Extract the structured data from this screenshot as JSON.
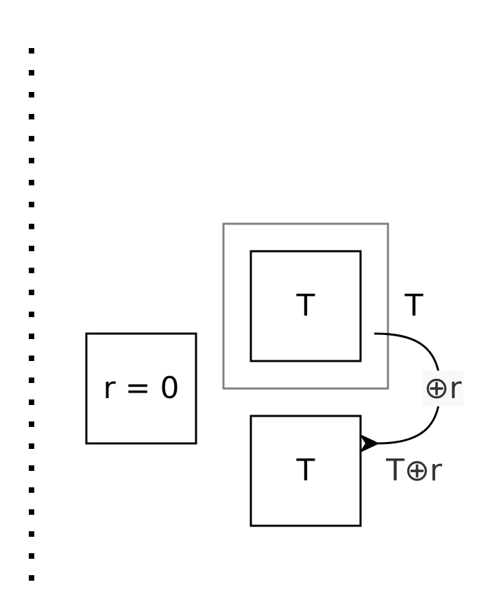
{
  "nodes": {
    "r_box": {
      "label": "r = 0"
    },
    "t_inner": {
      "label": "T"
    },
    "t_result": {
      "label": "T"
    }
  },
  "labels": {
    "t_side": "T",
    "op": "⊕r",
    "result": "T⊕r"
  },
  "colors": {
    "stroke": "#000000",
    "outer_frame": "#808080",
    "dots": "#000000",
    "op_text": "#333333",
    "op_bg": "#f8f8f8"
  }
}
